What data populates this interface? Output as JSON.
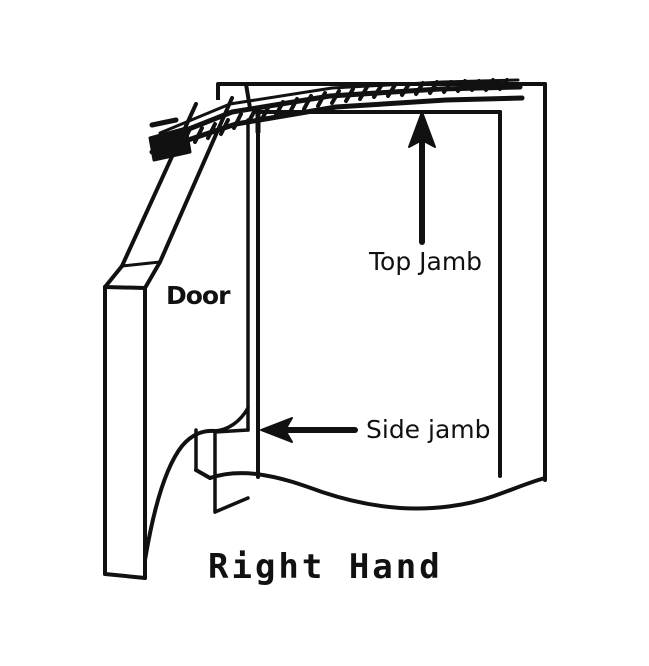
{
  "figure": {
    "title": "Right Hand",
    "subject": "door-frame-orientation-diagram",
    "background_color": "#ffffff",
    "ink_color": "#111111"
  },
  "labels": {
    "door": "Door",
    "top_jamb": "Top Jamb",
    "side_jamb": "Side jamb",
    "caption": "Right Hand"
  },
  "annotations": [
    {
      "id": "top-jamb-arrow",
      "label": "Top Jamb",
      "direction": "up",
      "points_to": "top-jamb-member"
    },
    {
      "id": "side-jamb-arrow",
      "label": "Side jamb",
      "direction": "left",
      "points_to": "side-jamb-member"
    }
  ],
  "parts": [
    {
      "id": "door-panel",
      "name": "Door"
    },
    {
      "id": "top-jamb-member",
      "name": "Top Jamb"
    },
    {
      "id": "side-jamb-member",
      "name": "Side jamb"
    },
    {
      "id": "hinge-hatching",
      "name": "hinge-band"
    },
    {
      "id": "wall-torn-edge",
      "name": "torn-wall-edge"
    }
  ]
}
